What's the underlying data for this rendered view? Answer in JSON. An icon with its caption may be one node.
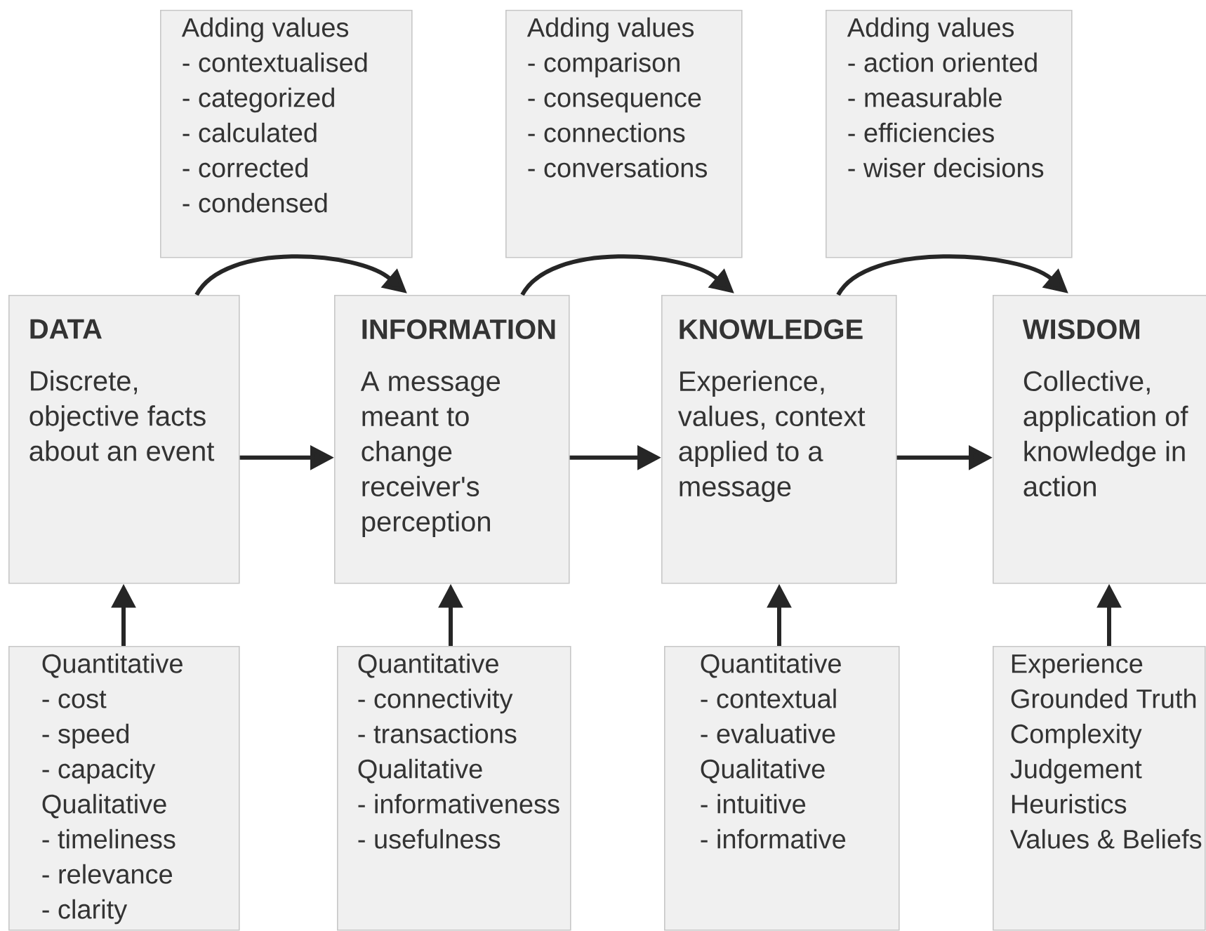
{
  "diagram": {
    "nodes": [
      {
        "text": [
          "Adding values",
          "- contextualised",
          "- categorized",
          "- calculated",
          "- corrected",
          "- condensed"
        ]
      },
      {
        "text": [
          "Adding values",
          "- comparison",
          "- consequence",
          "- connections",
          "- conversations"
        ]
      },
      {
        "text": [
          "Adding values",
          "- action oriented",
          "- measurable",
          "- efficiencies",
          "- wiser decisions"
        ]
      },
      {
        "text": [
          "DATA",
          "Discrete, objective facts about an event"
        ]
      },
      {
        "text": [
          "INFORMATION",
          "A message meant to change receiver's perception"
        ]
      },
      {
        "text": [
          "KNOWLEDGE",
          "Experience, values, context applied to a message"
        ]
      },
      {
        "text": [
          "WISDOM",
          "Collective, application of knowledge in action"
        ]
      },
      {
        "text": [
          "Quantitative",
          "- cost",
          "- speed",
          "- capacity",
          "Qualitative",
          "- timeliness",
          "- relevance",
          "- clarity"
        ]
      },
      {
        "text": [
          "Quantitative",
          "- connectivity",
          "- transactions",
          "Qualitative",
          "- informativeness",
          "- usefulness"
        ]
      },
      {
        "text": [
          "Quantitative",
          "- contextual",
          "- evaluative",
          "Qualitative",
          "- intuitive",
          "- informative"
        ]
      },
      {
        "text": [
          "Experience",
          "Grounded Truth",
          "Complexity",
          "Judgement",
          "Heuristics",
          "Values & Beliefs"
        ]
      }
    ],
    "edges": [
      {
        "from": 3,
        "to": 4,
        "arrow": "to"
      },
      {
        "from": 4,
        "to": 5,
        "arrow": "to"
      },
      {
        "from": 5,
        "to": 6,
        "arrow": "to"
      },
      {
        "from": 3,
        "to": 4,
        "arrow": "to"
      },
      {
        "from": 4,
        "to": 5,
        "arrow": "to"
      },
      {
        "from": 5,
        "to": 6,
        "arrow": "to"
      },
      {
        "from": 7,
        "to": 3,
        "arrow": "to"
      },
      {
        "from": 8,
        "to": 4,
        "arrow": "to"
      },
      {
        "from": 9,
        "to": 5,
        "arrow": "to"
      },
      {
        "from": 10,
        "to": 6,
        "arrow": "to"
      }
    ]
  }
}
